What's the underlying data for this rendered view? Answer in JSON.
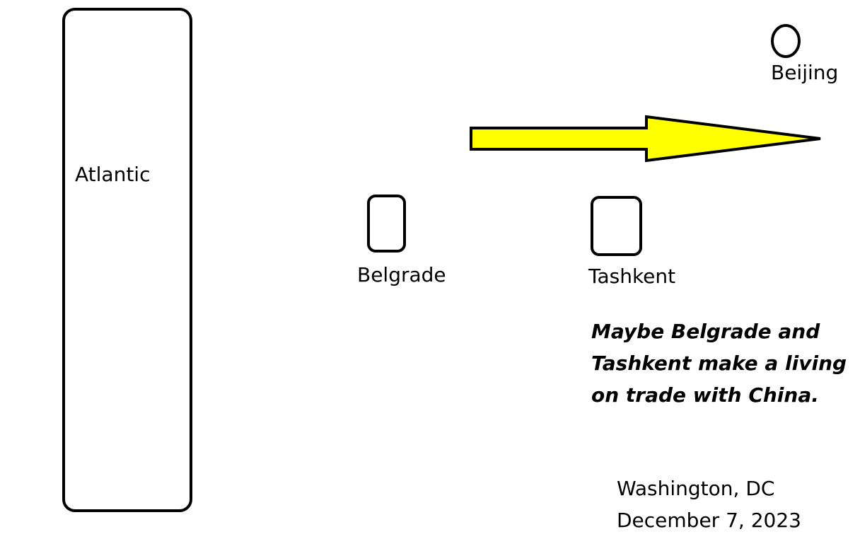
{
  "labels": {
    "atlantic": "Atlantic",
    "belgrade": "Belgrade",
    "tashkent": "Tashkent",
    "beijing": "Beijing"
  },
  "caption": {
    "line1": "Maybe Belgrade and",
    "line2": "Tashkent make a living",
    "line3": "on trade with China."
  },
  "footer": {
    "location": "Washington, DC",
    "date": "December 7, 2023"
  },
  "colors": {
    "arrow_fill": "#ffff00",
    "stroke": "#000000"
  }
}
